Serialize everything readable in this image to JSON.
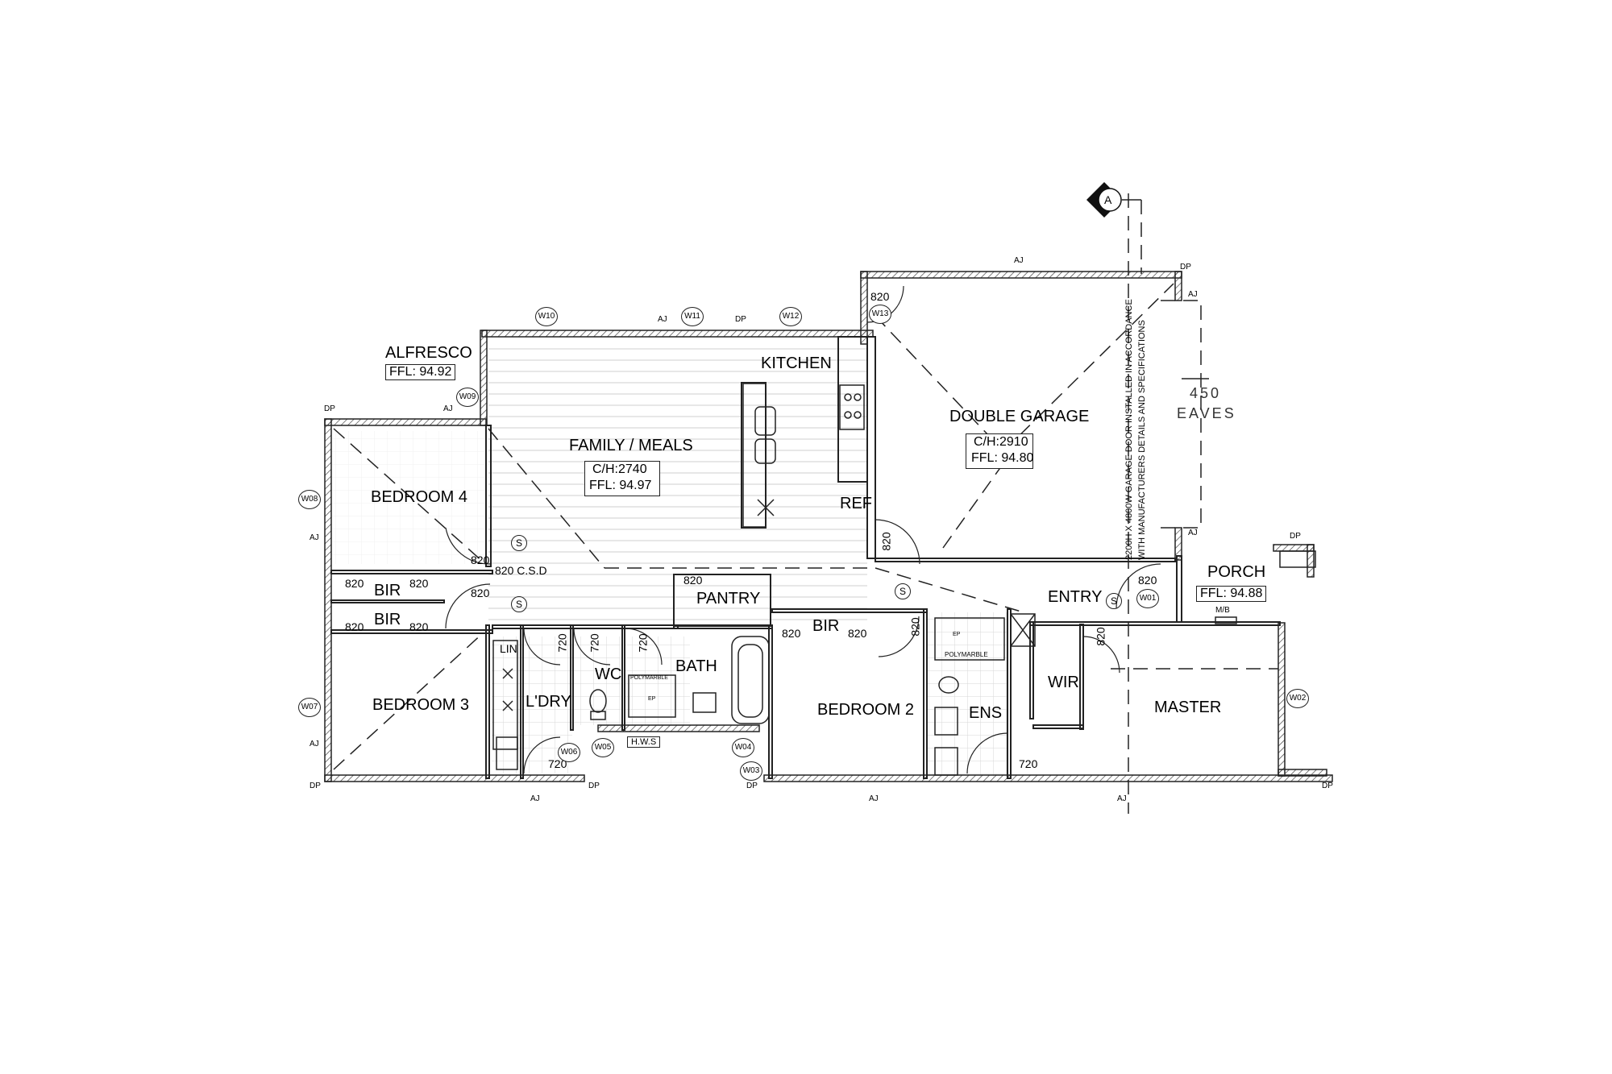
{
  "rooms": {
    "alfresco": "ALFRESCO",
    "family_meals": "FAMILY / MEALS",
    "kitchen": "KITCHEN",
    "double_garage": "DOUBLE GARAGE",
    "bedroom4": "BEDROOM 4",
    "bedroom3": "BEDROOM 3",
    "bedroom2": "BEDROOM 2",
    "master": "MASTER",
    "porch": "PORCH",
    "entry": "ENTRY",
    "pantry": "PANTRY",
    "bath": "BATH",
    "wc": "WC",
    "laundry": "L'DRY",
    "ensuite": "ENS",
    "wir": "WIR",
    "ref": "REF",
    "lin": "LIN",
    "bir": "BIR"
  },
  "levels": {
    "alfresco_ffl": "FFL: 94.92",
    "family_ch": "C/H:2740",
    "family_ffl": "FFL: 94.97",
    "garage_ch": "C/H:2910",
    "garage_ffl": "FFL: 94.80",
    "porch_ffl": "FFL: 94.88"
  },
  "windows": [
    "W01",
    "W02",
    "W03",
    "W04",
    "W05",
    "W06",
    "W07",
    "W08",
    "W09",
    "W10",
    "W11",
    "W12",
    "W13"
  ],
  "door_widths": {
    "d820": "820",
    "d720": "720",
    "csd": "820 C.S.D"
  },
  "annotations": {
    "aj": "AJ",
    "dp": "DP",
    "smoke": "S",
    "section": "A",
    "hws": "H.W.S",
    "mb": "M/B",
    "polymarble": "POLYMARBLE",
    "eaves_value": "450",
    "eaves_label": "EAVES",
    "garage_door_note_1": "2200H X 4800W GARAGE DOOR INSTALLED IN ACCORDANCE",
    "garage_door_note_2": "WITH MANUFACTURERS DETAILS AND SPECIFICATIONS",
    "ep": "EP"
  }
}
